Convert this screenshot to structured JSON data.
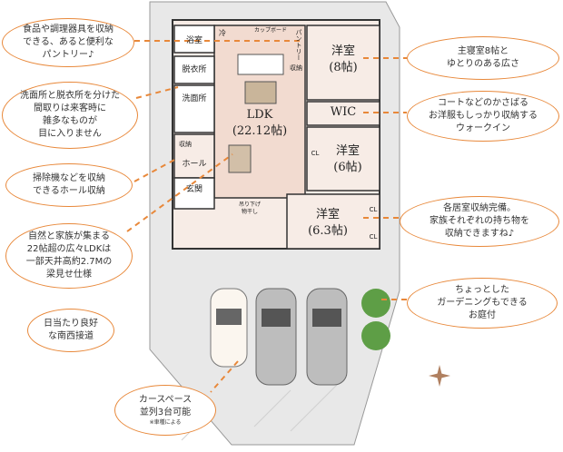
{
  "callouts": {
    "pantry": "食品や調理器具を収納\nできる、あると便利な\nパントリー♪",
    "washroom": "洗面所と脱衣所を分けた\n間取りは来客時に\n雑多なものが\n目に入りません",
    "hall": "掃除機などを収納\nできるホール収納",
    "ldk": "自然と家族が集まる\n22帖超の広々LDKは\n一部天井高約2.7Mの\n梁見せ仕様",
    "south": "日当たり良好\nな南西接道",
    "carspace": "カースペース\n並列3台可能",
    "carspace_note": "※車種による",
    "master": "主寝室8帖と\nゆとりのある広さ",
    "wic": "コートなどのかさばる\nお洋服もしっかり収納する\nウォークイン",
    "rooms": "各居室収納完備。\n家族それぞれの持ち物を\n収納できますね♪",
    "garden": "ちょっとした\nガーデニングもできる\nお庭付"
  },
  "rooms": {
    "bath": "浴室",
    "dressing": "脱衣所",
    "washroom": "洗面所",
    "storage1": "収納",
    "hall": "ホール",
    "entrance": "玄関",
    "ldk": "LDK\n(22.12帖)",
    "western1": "洋室\n(8帖)",
    "wic": "WIC",
    "western2": "洋室\n(6帖)",
    "western3": "洋室\n(6.3帖)",
    "cl": "CL",
    "storage2": "収納",
    "pantry": "パントリー",
    "cupboard": "カップボード",
    "cupboard_short": "冷",
    "beam_drop": "吊り下げ\n物干し"
  },
  "colors": {
    "accent": "#e8883a",
    "wall": "#3a3a3a",
    "floor": "#f2e4dc",
    "lot": "#e6e6e6"
  }
}
